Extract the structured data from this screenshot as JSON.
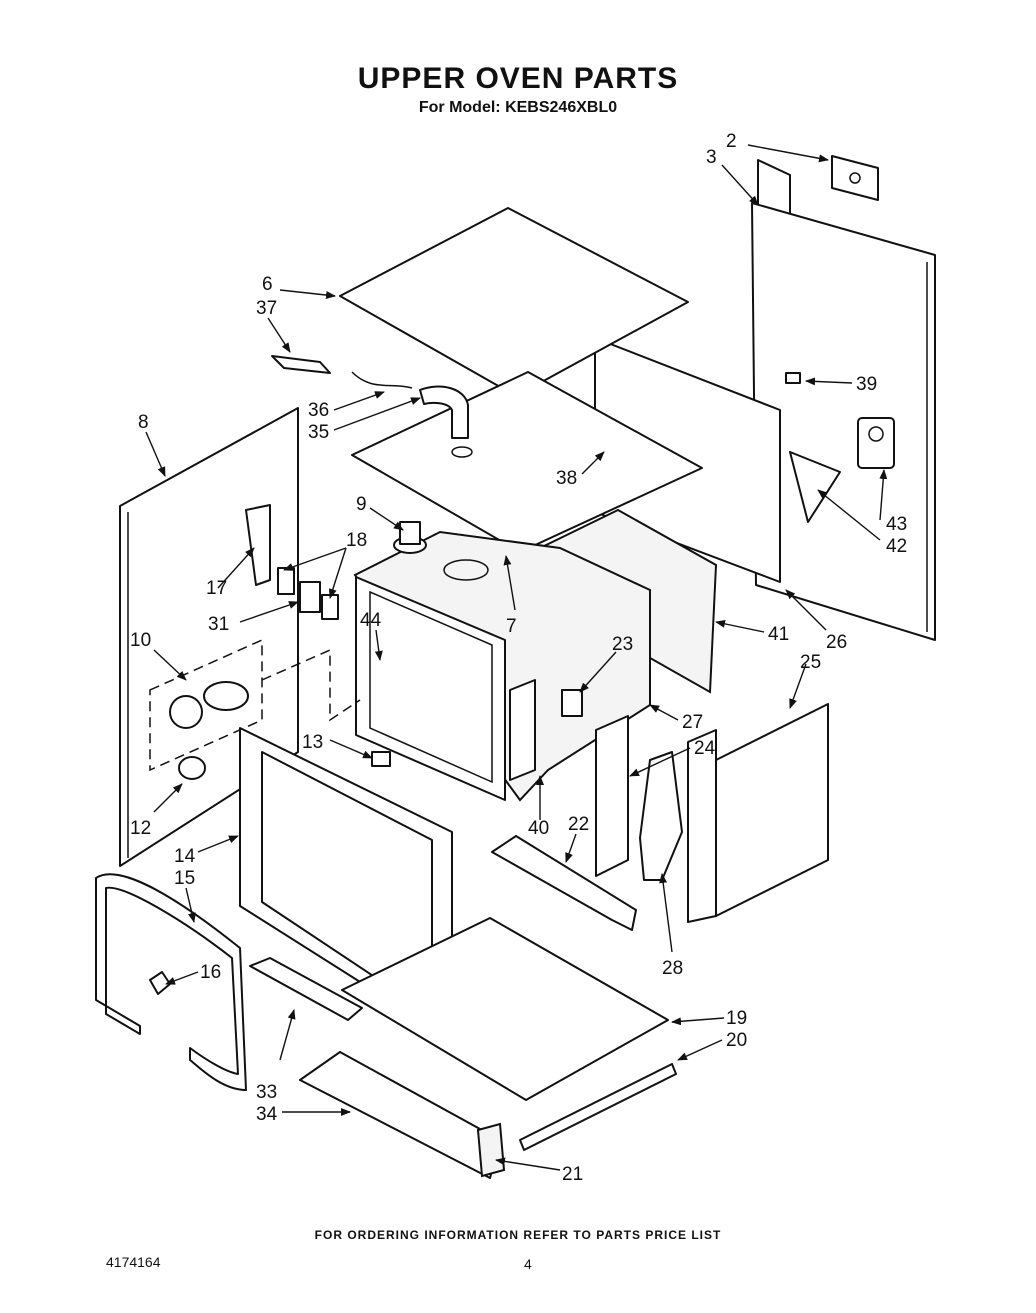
{
  "header": {
    "title": "UPPER OVEN PARTS",
    "model_line": "For Model: KEBS246XBL0"
  },
  "footer": {
    "ordering_note": "FOR ORDERING INFORMATION REFER TO PARTS PRICE LIST",
    "document_number": "4174164",
    "page_number": "4"
  },
  "diagram": {
    "callouts": {
      "c2": "2",
      "c3": "3",
      "c6": "6",
      "c37": "37",
      "c39": "39",
      "c36": "36",
      "c35": "35",
      "c8": "8",
      "c9": "9",
      "c18": "18",
      "c38": "38",
      "c43": "43",
      "c42": "42",
      "c17": "17",
      "c31": "31",
      "c44": "44",
      "c7": "7",
      "c41": "41",
      "c26": "26",
      "c10": "10",
      "c23": "23",
      "c25": "25",
      "c27": "27",
      "c13": "13",
      "c24": "24",
      "c12": "12",
      "c40": "40",
      "c22": "22",
      "c14": "14",
      "c15": "15",
      "c16": "16",
      "c28": "28",
      "c19": "19",
      "c20": "20",
      "c33": "33",
      "c34": "34",
      "c21": "21"
    }
  }
}
